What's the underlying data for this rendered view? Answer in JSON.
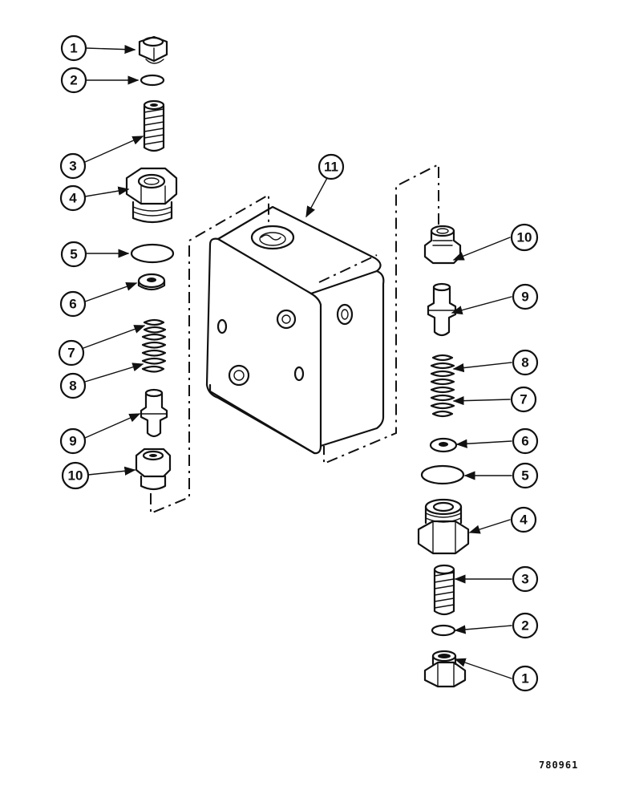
{
  "figure": {
    "drawing_number": "780961"
  },
  "callouts": {
    "left": [
      "1",
      "2",
      "3",
      "4",
      "5",
      "6",
      "7",
      "8",
      "9",
      "10"
    ],
    "body": "11",
    "right": [
      "10",
      "9",
      "8",
      "7",
      "6",
      "5",
      "4",
      "3",
      "2",
      "1"
    ]
  },
  "parts": [
    {
      "ref": "1",
      "icon": "hex-plug-icon"
    },
    {
      "ref": "2",
      "icon": "o-ring-icon"
    },
    {
      "ref": "3",
      "icon": "threaded-stud-icon"
    },
    {
      "ref": "4",
      "icon": "hex-fitting-icon"
    },
    {
      "ref": "5",
      "icon": "o-ring-icon"
    },
    {
      "ref": "6",
      "icon": "washer-icon"
    },
    {
      "ref": "7",
      "icon": "spring-icon"
    },
    {
      "ref": "8",
      "icon": "spring-icon"
    },
    {
      "ref": "9",
      "icon": "poppet-icon"
    },
    {
      "ref": "10",
      "icon": "valve-seat-icon"
    },
    {
      "ref": "11",
      "icon": "valve-body-icon"
    }
  ]
}
